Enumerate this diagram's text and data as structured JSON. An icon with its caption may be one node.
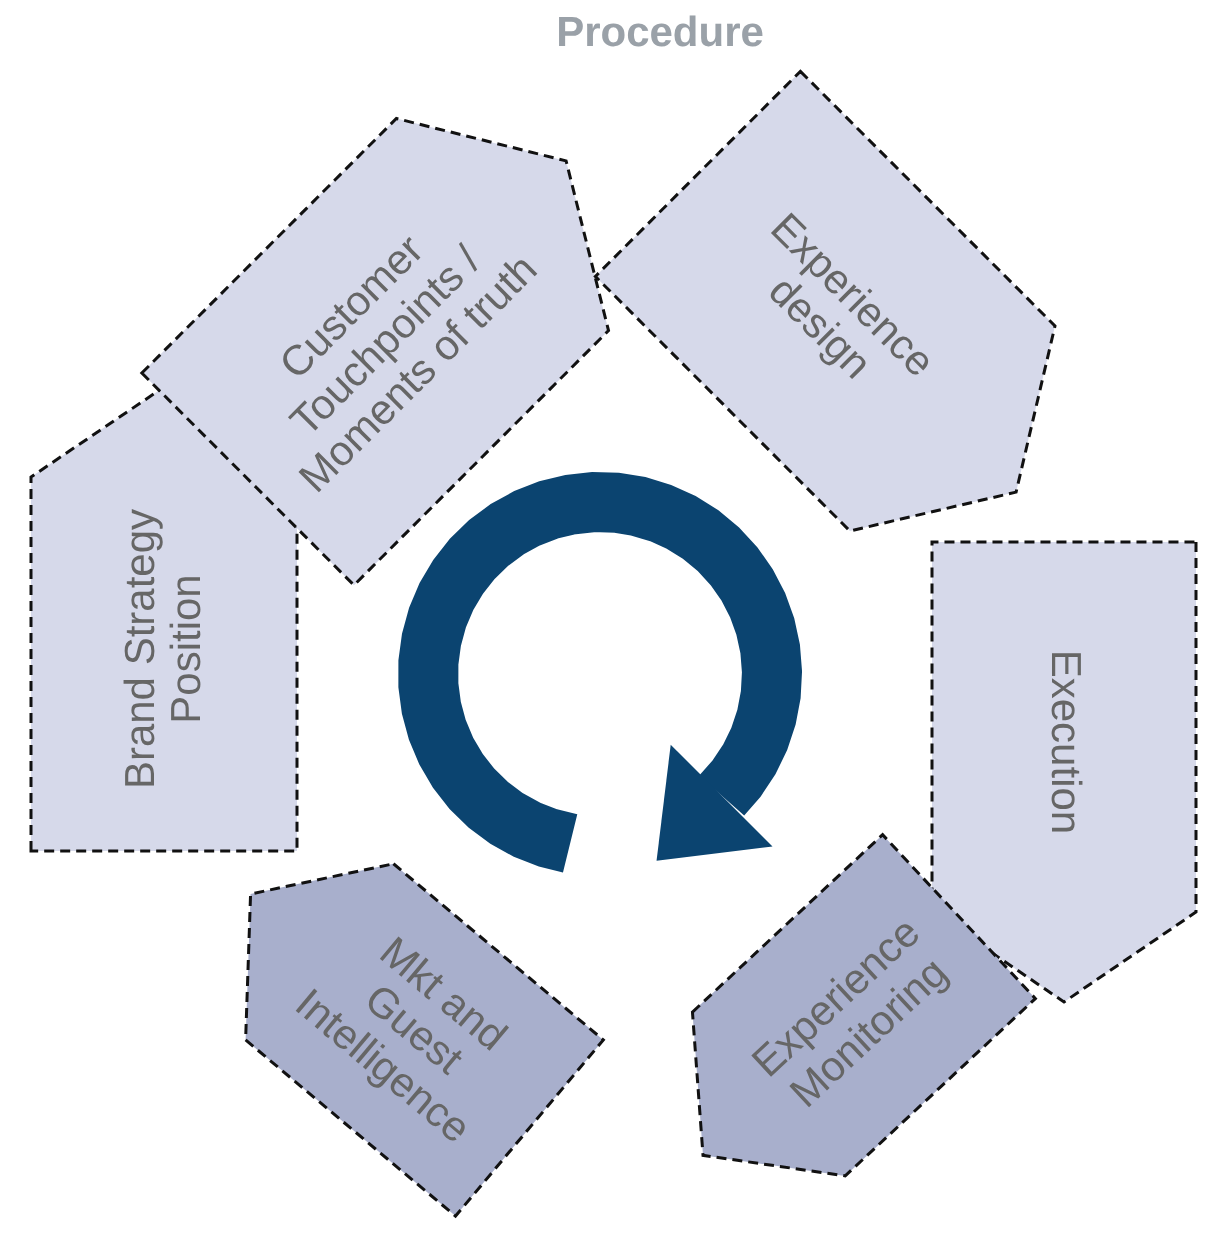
{
  "diagram": {
    "title": "Procedure",
    "nodes": [
      {
        "text": [
          "Brand Strategy Position"
        ]
      },
      {
        "text": [
          "Customer Touchpoints / Moments of truth"
        ]
      },
      {
        "text": [
          "Experience design"
        ]
      },
      {
        "text": [
          "Execution"
        ]
      },
      {
        "text": [
          "Experience Monitoring"
        ]
      },
      {
        "text": [
          "Mkt and Guest Intelligence"
        ]
      }
    ]
  }
}
